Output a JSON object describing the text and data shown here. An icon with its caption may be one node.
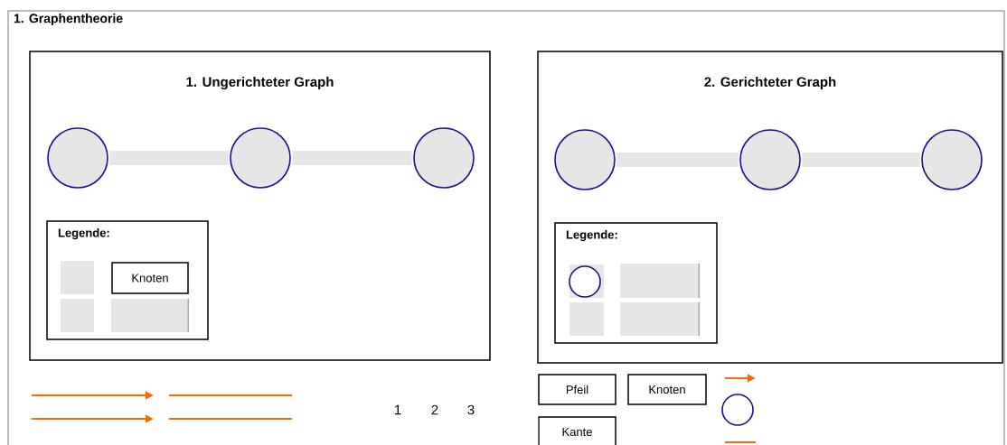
{
  "diagram": {
    "nodes": [
      {
        "text": [
          "1. Graphentheorie"
        ]
      },
      {
        "text": [
          "1. Ungerichteter Graph"
        ],
        "in": 0
      },
      {
        "text": [],
        "shape": "circle",
        "in": 1
      },
      {
        "text": [],
        "shape": "circle",
        "in": 1
      },
      {
        "text": [],
        "shape": "circle",
        "in": 1
      },
      {
        "text": [
          "Legende:"
        ],
        "in": 1
      },
      {
        "text": [],
        "shape": "box",
        "in": 5
      },
      {
        "text": [
          "Knoten"
        ],
        "in": 5
      },
      {
        "text": [],
        "shape": "box",
        "in": 5
      },
      {
        "text": [],
        "shape": "box",
        "in": 5
      },
      {
        "text": [
          "2. Gerichteter Graph"
        ],
        "in": 0
      },
      {
        "text": [],
        "shape": "circle",
        "in": 10
      },
      {
        "text": [],
        "shape": "circle",
        "in": 10
      },
      {
        "text": [],
        "shape": "circle",
        "in": 10
      },
      {
        "text": [
          "Legende:"
        ],
        "in": 10
      },
      {
        "text": [],
        "shape": "box",
        "in": 14
      },
      {
        "text": [],
        "shape": "circle",
        "in": 15
      },
      {
        "text": [],
        "shape": "box",
        "in": 14
      },
      {
        "text": [],
        "shape": "box",
        "in": 14
      },
      {
        "text": [],
        "shape": "box",
        "in": 14
      },
      {
        "text": [
          "Pfeil"
        ],
        "in": 0
      },
      {
        "text": [
          "Knoten"
        ],
        "in": 0
      },
      {
        "text": [
          "Kante"
        ],
        "in": 0
      },
      {
        "text": [],
        "shape": "circle",
        "in": 0
      }
    ],
    "edges": [
      {
        "from": 2,
        "to": 3,
        "arrow": "none"
      },
      {
        "from": 3,
        "to": 4,
        "arrow": "none"
      },
      {
        "from": 11,
        "to": 12,
        "arrow": "none"
      },
      {
        "from": 12,
        "to": 13,
        "arrow": "none"
      }
    ],
    "labels": [
      "1",
      "2",
      "3"
    ]
  }
}
